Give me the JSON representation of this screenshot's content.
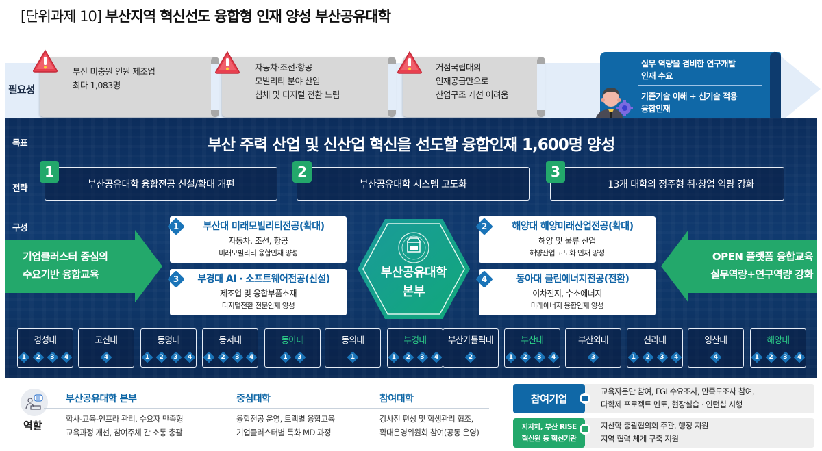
{
  "title": {
    "prefix": "[단위과제 10]",
    "main": "부산지역 혁신선도 융합형 인재 양성 부산공유대학"
  },
  "need": {
    "label": "필요성",
    "items": [
      {
        "icon": "warning-icon",
        "lines": [
          "부산 미충원 인원 제조업",
          "최다 1,083명"
        ]
      },
      {
        "icon": "warning-icon",
        "lines": [
          "자동차·조선·항공",
          "모빌리티 분야 산업",
          "침체 및 디지털 전환 느림"
        ]
      },
      {
        "icon": "warning-icon",
        "lines": [
          "거점국립대의",
          "인재공급만으로",
          "산업구조 개선 어려움"
        ]
      }
    ],
    "demand": {
      "icon": "engineer-avatar-icon",
      "line1": [
        "실무 역량을 겸비한 연구개발",
        "인재 수요"
      ],
      "line2": [
        "기존기술 이해 + 신기술 적용",
        "융합인재"
      ]
    }
  },
  "goal": {
    "label": "목표",
    "text": "부산 주력 산업 및 신산업 혁신을 선도할 융합인재 1,600명 양성"
  },
  "strategy": {
    "label": "전략",
    "items": [
      {
        "num": "1",
        "text": "부산공유대학 융합전공 신설/확대 개편"
      },
      {
        "num": "2",
        "text": "부산공유대학 시스템 고도화"
      },
      {
        "num": "3",
        "text": "13개 대학의 정주형 취·창업 역량 강화"
      }
    ]
  },
  "composition": {
    "label": "구성",
    "left_arrow": [
      "기업클러스터 중심의",
      "수요기반 융합교육"
    ],
    "right_arrow": [
      "OPEN 플랫폼 융합교육",
      "실무역량+연구역량 강화"
    ],
    "hub": {
      "line1": "부산공유대학",
      "line2": "본부",
      "emblem": "university-emblem-icon"
    },
    "majors": [
      {
        "num": "1",
        "title": "부산대 미래모빌리티전공(확대)",
        "sub1": "자동차, 조선, 항공",
        "sub2": "미래모빌리티 융합인재 양성"
      },
      {
        "num": "2",
        "title": "해양대 해양미래산업전공(확대)",
        "sub1": "해양 및 물류 산업",
        "sub2": "해양산업 고도화 인재 양성"
      },
      {
        "num": "3",
        "title": "부경대 AI · 소프트웨어전공(신설)",
        "sub1": "제조업 및 융합부품소재",
        "sub2": "디지털전환 전문인재 양성"
      },
      {
        "num": "4",
        "title": "동아대 클린에너지전공(전환)",
        "sub1": "이차전지, 수소에너지",
        "sub2": "미래에너지 융합인재 양성"
      }
    ],
    "universities": [
      {
        "name": "경성대",
        "highlight": false,
        "majors": [
          "1",
          "2",
          "3",
          "4"
        ]
      },
      {
        "name": "고신대",
        "highlight": false,
        "majors": [
          "4"
        ]
      },
      {
        "name": "동명대",
        "highlight": false,
        "majors": [
          "1",
          "2",
          "3",
          "4"
        ]
      },
      {
        "name": "동서대",
        "highlight": false,
        "majors": [
          "1",
          "2",
          "3",
          "4"
        ]
      },
      {
        "name": "동아대",
        "highlight": true,
        "majors": [
          "1",
          "3"
        ]
      },
      {
        "name": "동의대",
        "highlight": false,
        "majors": [
          "1"
        ]
      },
      {
        "name": "부경대",
        "highlight": true,
        "majors": [
          "1",
          "2",
          "3",
          "4"
        ]
      },
      {
        "name": "부산가톨릭대",
        "highlight": false,
        "majors": [
          "2"
        ]
      },
      {
        "name": "부산대",
        "highlight": true,
        "majors": [
          "1",
          "2",
          "3",
          "4"
        ]
      },
      {
        "name": "부산외대",
        "highlight": false,
        "majors": [
          "3"
        ]
      },
      {
        "name": "신라대",
        "highlight": false,
        "majors": [
          "1",
          "2",
          "3",
          "4"
        ]
      },
      {
        "name": "영산대",
        "highlight": false,
        "majors": [
          "4"
        ]
      },
      {
        "name": "해양대",
        "highlight": true,
        "majors": [
          "1",
          "2",
          "3",
          "4"
        ]
      }
    ]
  },
  "roles": {
    "label": "역할",
    "icon": "presenter-chat-icon",
    "columns": [
      {
        "heading": "부산공유대학 본부",
        "lines": [
          "학사-교육-인프라 관리, 수요자 만족형",
          "교육과정 개선, 참여주체 간 소통 총괄"
        ]
      },
      {
        "heading": "중심대학",
        "lines": [
          "융합전공 운영, 트랙별 융합교육",
          "기업클러스터별 특화 MD 과정"
        ]
      },
      {
        "heading": "참여대학",
        "lines": [
          "강사진 편성 및 학생관리 협조,",
          "확대운영위원회 참여(공동 운영)"
        ]
      }
    ],
    "partners": [
      {
        "tag": "참여기업",
        "tag_color": "#1068a7",
        "icon": "building-icon",
        "lines": [
          "교육자문단 참여, FGI 수요조사, 만족도조사 참여,",
          "다학제 프로젝트 멘토, 현장실습 · 인턴십 시행"
        ]
      },
      {
        "tag": "지자체, 부산 RISE\n혁신원 등 혁신기관",
        "tag_lines": [
          "지자체, 부산 RISE",
          "혁신원 등 혁신기관"
        ],
        "tag_color": "#23a86b",
        "icon": "government-building-icon",
        "lines": [
          "지산학 총괄협의회 주관, 행정 지원",
          "지역 협력 체계 구축 지원"
        ]
      }
    ]
  },
  "colors": {
    "navy": "#0c2d5c",
    "blue": "#1068a7",
    "green": "#23a86b",
    "highlight_green": "#2ed48a",
    "light_band": "#e3edf9",
    "scroll_gray": "#d8d8d8",
    "warning_red": "#e8404f"
  }
}
